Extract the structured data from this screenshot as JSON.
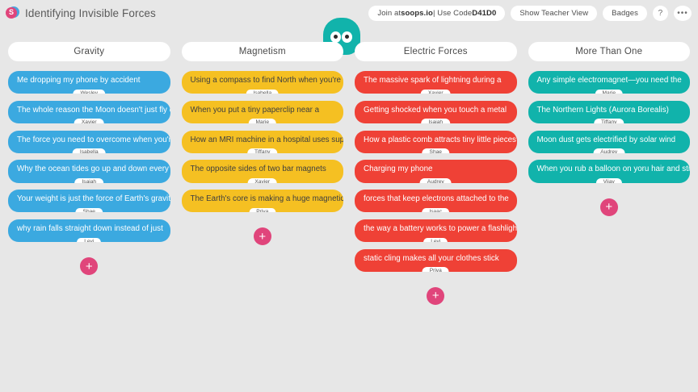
{
  "header": {
    "logo_letter": "S",
    "title": "Identifying Invisible Forces",
    "join_prefix": "Join at ",
    "join_site": "soops.io",
    "join_sep": " | Use Code ",
    "join_code": "D41D0",
    "teacher_view": "Show Teacher View",
    "badges": "Badges",
    "help": "?",
    "more": "•••"
  },
  "add_label": "+",
  "colors": {
    "background": "#e7e7e7",
    "gravity": "#3ba9e0",
    "magnetism": "#f5c022",
    "electric": "#ef4136",
    "mixed": "#11b3ab",
    "accent_pink": "#e0457b",
    "mascot": "#11b3ab"
  },
  "columns": [
    {
      "title": "Gravity",
      "theme": "gravity",
      "cards": [
        {
          "text": "Me dropping my phone by accident",
          "author": "Wesley"
        },
        {
          "text": "The whole reason the Moon doesn't just fly off",
          "author": "Xavier"
        },
        {
          "text": "The force you need to overcome when you're",
          "author": "Isabella"
        },
        {
          "text": "Why the ocean tides go up and down every",
          "author": "Isaiah"
        },
        {
          "text": "Your weight is just the force of Earth's gravity",
          "author": "Shae"
        },
        {
          "text": "why rain falls straight down instead of just",
          "author": "Levi"
        }
      ]
    },
    {
      "title": "Magnetism",
      "theme": "magnetism",
      "cards": [
        {
          "text": "Using a compass to find North when you're",
          "author": "Isabella"
        },
        {
          "text": "When you put a tiny paperclip near a",
          "author": "Marie"
        },
        {
          "text": "How an MRI machine in a hospital uses super",
          "author": "Tiffany"
        },
        {
          "text": "The opposite sides of two bar magnets",
          "author": "Xavier"
        },
        {
          "text": "The Earth's core is making a huge magnetic",
          "author": "Priya"
        }
      ]
    },
    {
      "title": "Electric Forces",
      "theme": "electric",
      "cards": [
        {
          "text": "The massive spark of lightning during a",
          "author": "Xavier"
        },
        {
          "text": "Getting shocked when you touch a metal",
          "author": "Isaiah"
        },
        {
          "text": "How a plastic comb attracts tiny little pieces",
          "author": "Shae"
        },
        {
          "text": "Charging my phone",
          "author": "Audrey"
        },
        {
          "text": "forces that keep electrons attached to the",
          "author": "Isaac"
        },
        {
          "text": "the way a battery works to power a flashlight",
          "author": "Levi"
        },
        {
          "text": "static cling makes all your clothes stick",
          "author": "Priya"
        }
      ]
    },
    {
      "title": "More Than One",
      "theme": "mixed",
      "cards": [
        {
          "text": "Any simple electromagnet—you need the",
          "author": "Marie"
        },
        {
          "text": "The Northern Lights (Aurora Borealis)",
          "author": "Tiffany"
        },
        {
          "text": "Moon dust gets electrified by solar wind",
          "author": "Audrey"
        },
        {
          "text": "When you rub a balloon on yoru hair and stick",
          "author": "Vijay"
        }
      ]
    }
  ]
}
